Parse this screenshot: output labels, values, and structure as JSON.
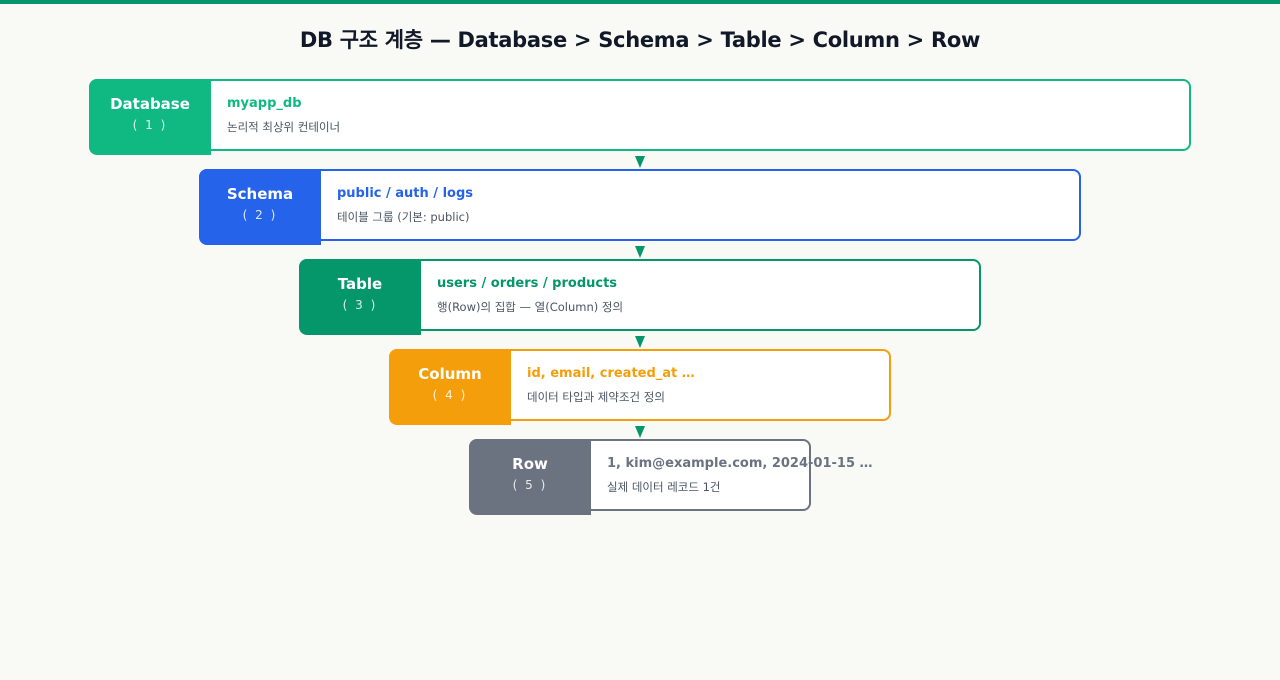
{
  "title": "DB 구조 계층 — Database > Schema > Table > Column > Row",
  "colors": {
    "accent": "#059669",
    "database": "#10b981",
    "schema": "#2563eb",
    "table": "#059669",
    "column": "#f59e0b",
    "row": "#6b7280"
  },
  "levels": [
    {
      "name": "Database",
      "number": "( 1 )",
      "main": "myapp_db",
      "sub": "논리적 최상위 컨테이너",
      "color": "#10b981"
    },
    {
      "name": "Schema",
      "number": "( 2 )",
      "main": "public / auth / logs",
      "sub": "테이블 그룹 (기본: public)",
      "color": "#2563eb"
    },
    {
      "name": "Table",
      "number": "( 3 )",
      "main": "users / orders / products",
      "sub": "행(Row)의 집합 — 열(Column) 정의",
      "color": "#059669"
    },
    {
      "name": "Column",
      "number": "( 4 )",
      "main": "id, email, created_at …",
      "sub": "데이터 타입과 제약조건 정의",
      "color": "#f59e0b"
    },
    {
      "name": "Row",
      "number": "( 5 )",
      "main": "1, kim@example.com, 2024-01-15 …",
      "sub": "실제 데이터 레코드 1건",
      "color": "#6b7280"
    }
  ]
}
